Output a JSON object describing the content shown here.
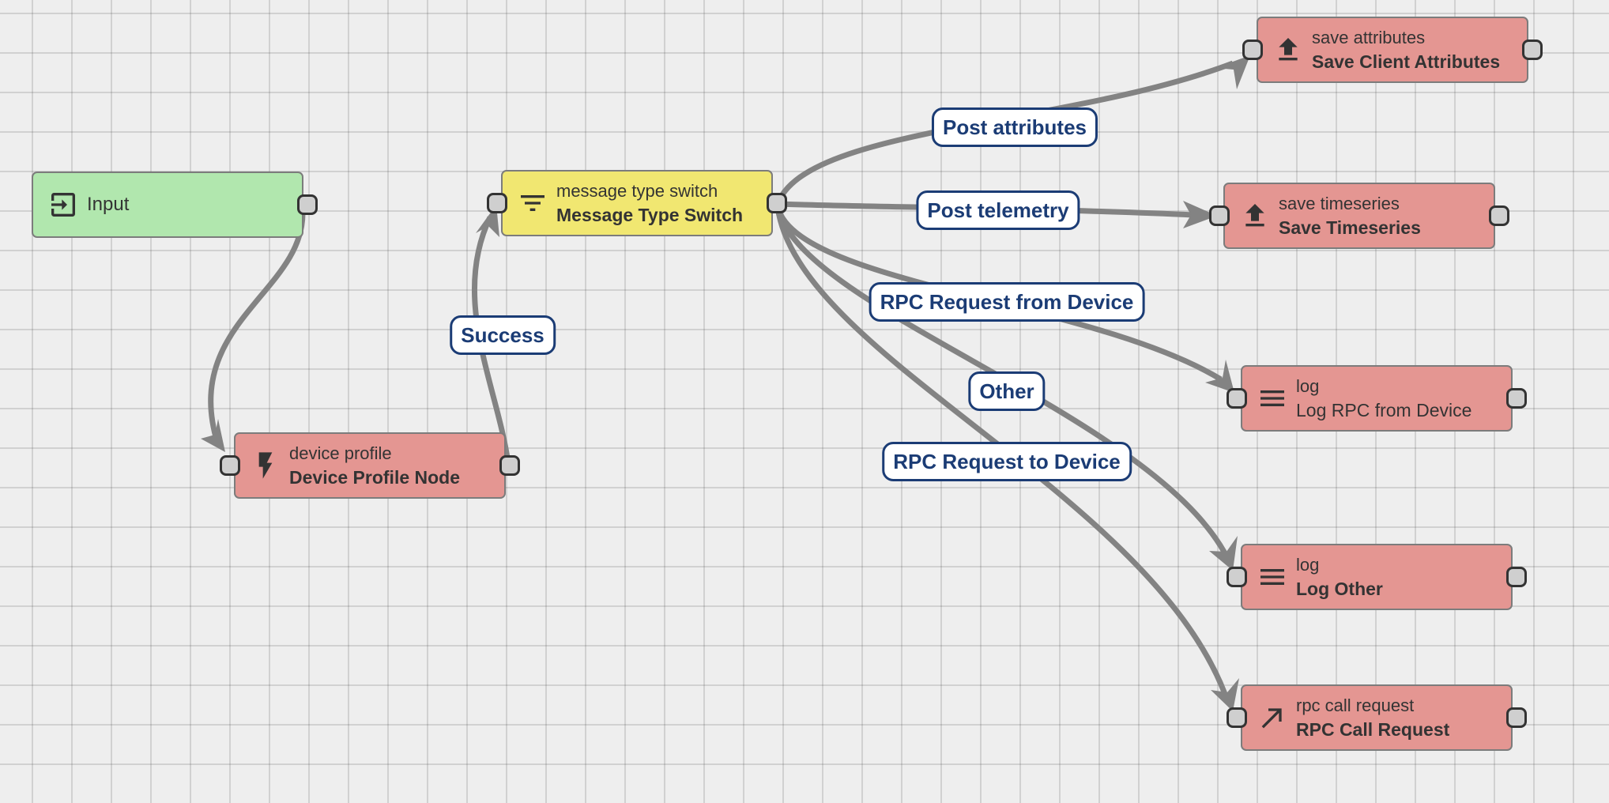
{
  "canvas": {
    "background": "#eeeeee",
    "grid_color": "#d3d3d3"
  },
  "colors": {
    "input_node": "#b1e7ae",
    "filter_node": "#f1e771",
    "action_node": "#e49692",
    "edge": "#838383",
    "label_text": "#1b3c75"
  },
  "nodes": {
    "input": {
      "label": "Input",
      "icon": "input-icon"
    },
    "device_profile": {
      "type": "device profile",
      "name": "Device Profile Node",
      "icon": "flash-icon"
    },
    "message_type_switch": {
      "type": "message type switch",
      "name": "Message Type Switch",
      "icon": "filter-icon"
    },
    "save_client_attributes": {
      "type": "save attributes",
      "name": "Save Client Attributes",
      "icon": "upload-icon"
    },
    "save_timeseries": {
      "type": "save timeseries",
      "name": "Save Timeseries",
      "icon": "upload-icon"
    },
    "log_rpc_from_device": {
      "type": "log",
      "name": "Log RPC from Device",
      "icon": "menu-icon"
    },
    "log_other": {
      "type": "log",
      "name": "Log Other",
      "icon": "menu-icon"
    },
    "rpc_call_request": {
      "type": "rpc call request",
      "name": "RPC Call Request",
      "icon": "call-made-icon"
    }
  },
  "edges": [
    {
      "from": "Input",
      "to": "Device Profile Node",
      "label": ""
    },
    {
      "from": "Device Profile Node",
      "to": "Message Type Switch",
      "label": "Success"
    },
    {
      "from": "Message Type Switch",
      "to": "Save Client Attributes",
      "label": "Post attributes"
    },
    {
      "from": "Message Type Switch",
      "to": "Save Timeseries",
      "label": "Post telemetry"
    },
    {
      "from": "Message Type Switch",
      "to": "Log RPC from Device",
      "label": "RPC Request from Device"
    },
    {
      "from": "Message Type Switch",
      "to": "Log Other",
      "label": "Other"
    },
    {
      "from": "Message Type Switch",
      "to": "RPC Call Request",
      "label": "RPC Request to Device"
    }
  ]
}
